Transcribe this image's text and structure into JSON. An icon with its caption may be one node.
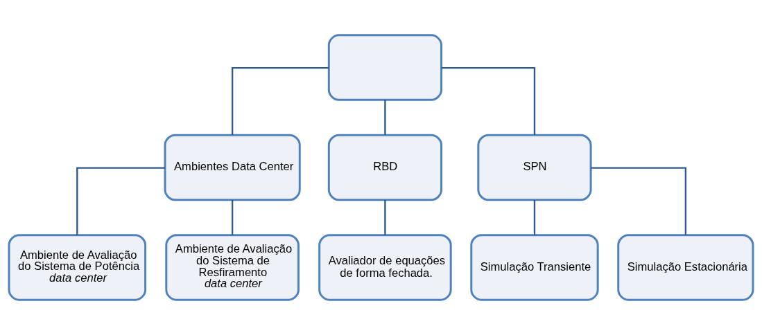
{
  "diagram": {
    "nodes": [
      {
        "text": [],
        "shape": "box"
      },
      {
        "text": [
          "Ambientes Data Center"
        ]
      },
      {
        "text": [
          "RBD"
        ]
      },
      {
        "text": [
          "SPN"
        ]
      },
      {
        "text": [
          "Ambiente de Avaliação do Sistema de Potência *data center*"
        ]
      },
      {
        "text": [
          "Ambiente de Avaliação do Sistema de Resfiramento *data center*"
        ]
      },
      {
        "text": [
          "Avaliador de equações de forma fechada."
        ]
      },
      {
        "text": [
          "Simulação Transiente"
        ]
      },
      {
        "text": [
          "Simulação Estacionária"
        ]
      }
    ],
    "edges": [
      {
        "from": 0,
        "to": 1,
        "arrow": "none"
      },
      {
        "from": 0,
        "to": 2,
        "arrow": "none"
      },
      {
        "from": 0,
        "to": 3,
        "arrow": "none"
      },
      {
        "from": 1,
        "to": 4,
        "arrow": "none"
      },
      {
        "from": 1,
        "to": 5,
        "arrow": "none"
      },
      {
        "from": 2,
        "to": 6,
        "arrow": "none"
      },
      {
        "from": 3,
        "to": 7,
        "arrow": "none"
      },
      {
        "from": 3,
        "to": 8,
        "arrow": "none"
      }
    ]
  }
}
